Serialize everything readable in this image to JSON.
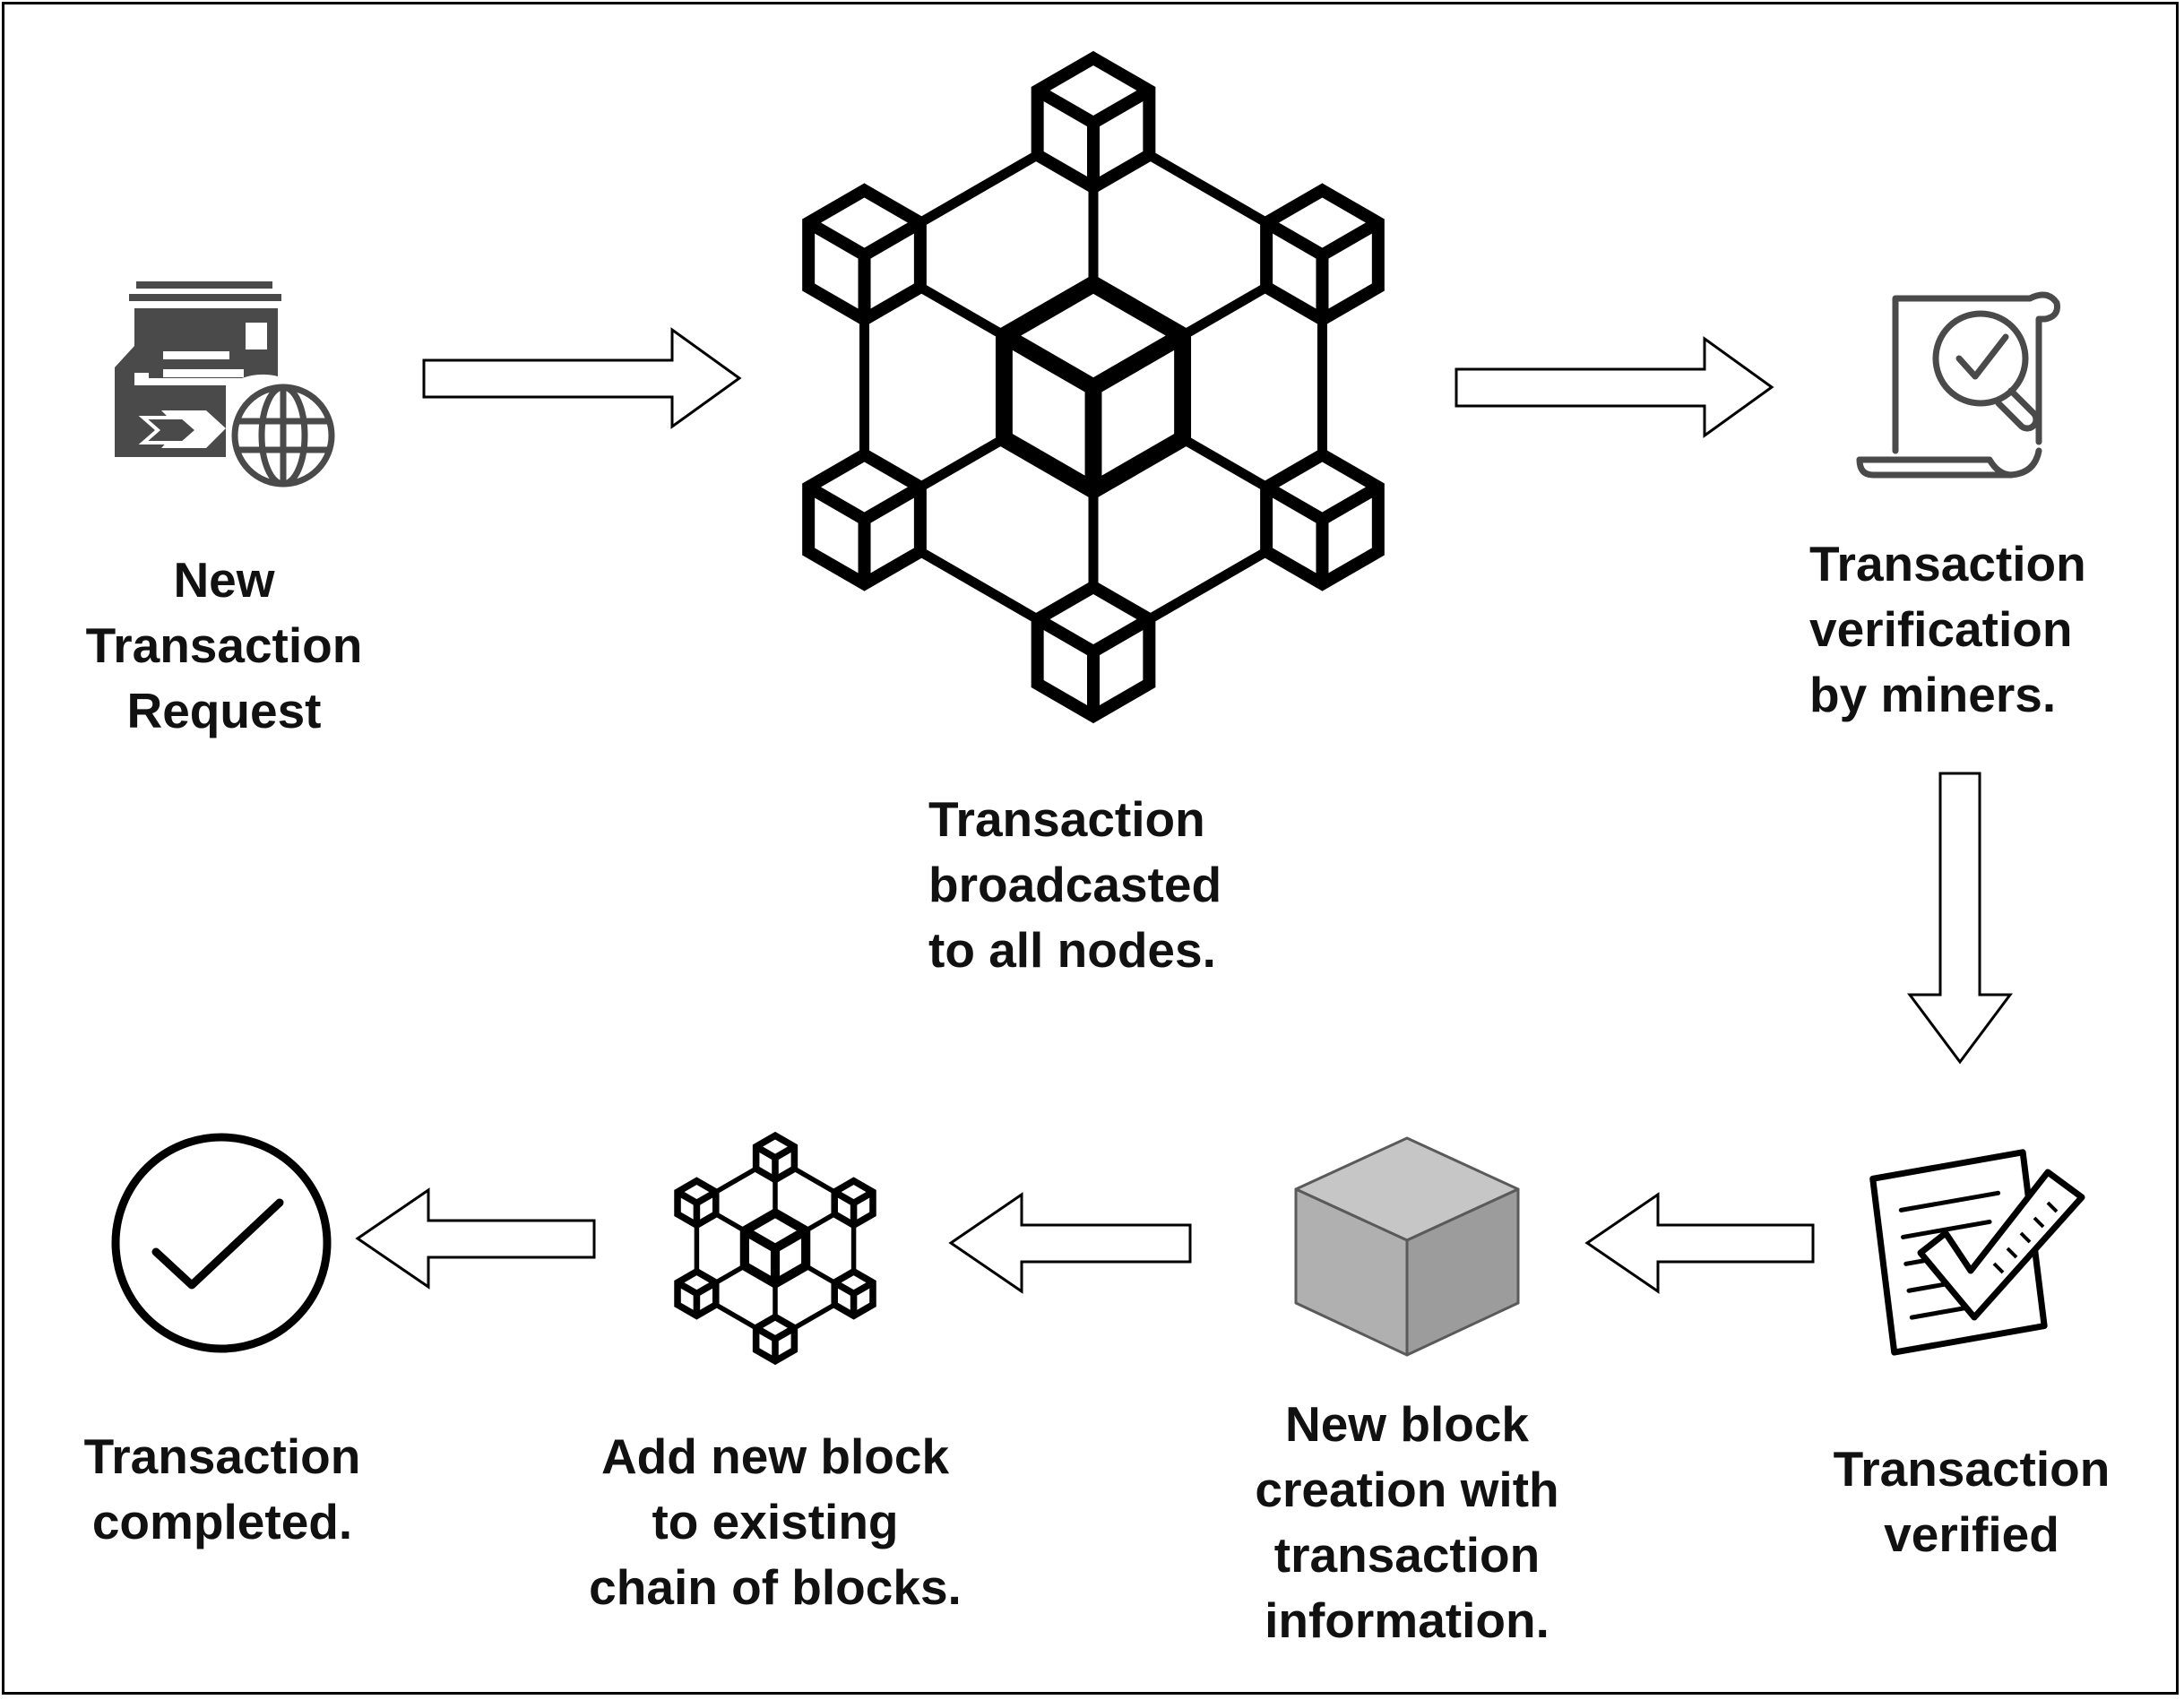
{
  "steps": [
    {
      "id": "request",
      "label": "New\nTransaction\nRequest",
      "icon": "mail-globe-icon"
    },
    {
      "id": "broadcast",
      "label": "Transaction\nbroadcasted\nto all nodes.",
      "icon": "node-network-icon"
    },
    {
      "id": "verify",
      "label": "Transaction\nverification\nby miners.",
      "icon": "document-magnifier-check-icon"
    },
    {
      "id": "verified",
      "label": "Transaction\nverified",
      "icon": "checked-document-icon"
    },
    {
      "id": "newblock",
      "label": "New block\ncreation with\ntransaction\ninformation.",
      "icon": "gray-cube-icon"
    },
    {
      "id": "addblock",
      "label": "Add new block\nto existing\nchain of blocks.",
      "icon": "small-node-network-icon"
    },
    {
      "id": "completed",
      "label": "Transaction\ncompleted.",
      "icon": "check-circle-icon"
    }
  ],
  "colors": {
    "line": "#000000",
    "text": "#111111",
    "icon_gray": "#4a4a4a",
    "cube_front": "#b0b0b0",
    "cube_top": "#c6c6c6",
    "cube_side": "#9c9c9c",
    "cube_edge": "#5a5a5a"
  }
}
